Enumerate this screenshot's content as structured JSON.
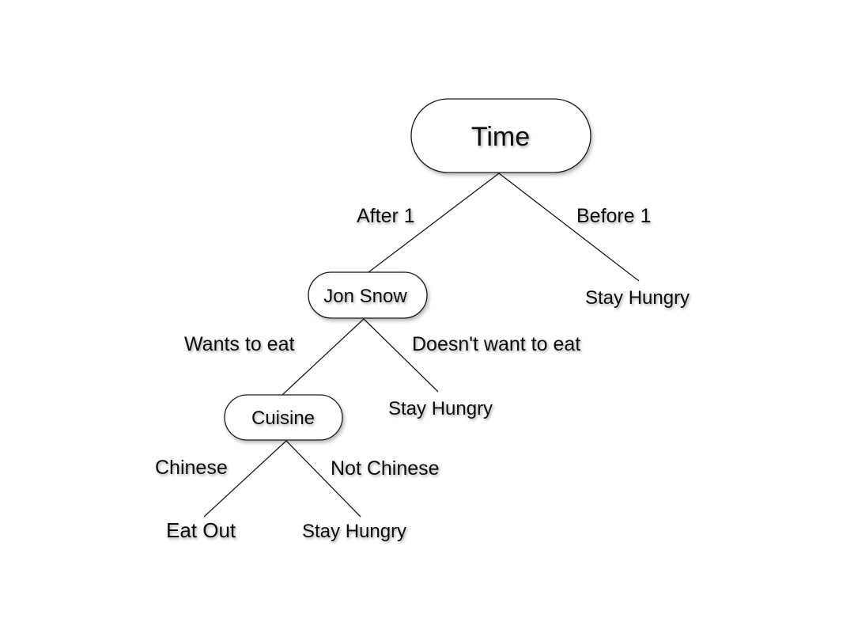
{
  "nodes": {
    "time": "Time",
    "jon_snow": "Jon Snow",
    "cuisine": "Cuisine"
  },
  "edges": {
    "after_1": "After 1",
    "before_1": "Before 1",
    "wants_to_eat": "Wants to eat",
    "doesnt_want_to_eat": "Doesn't want to eat",
    "chinese": "Chinese",
    "not_chinese": "Not Chinese"
  },
  "leaves": {
    "before_1_outcome": "Stay Hungry",
    "doesnt_want_outcome": "Stay Hungry",
    "chinese_outcome": "Eat Out",
    "not_chinese_outcome": "Stay Hungry"
  }
}
